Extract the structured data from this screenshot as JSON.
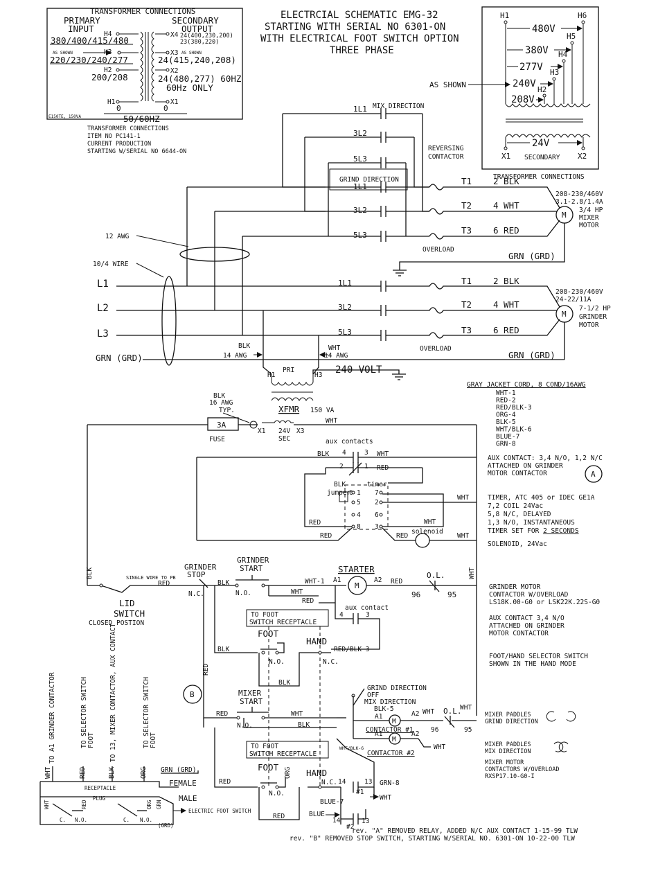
{
  "title": {
    "line1": "ELECTRCIAL SCHEMATIC EMG-32",
    "line2": "STARTING WITH SERIAL NO 6301-ON",
    "line3": "WITH ELECTRICAL FOOT SWITCH OPTION",
    "line4": "THREE PHASE"
  },
  "transformer_box": {
    "header": "TRANSFORMER CONNECTIONS",
    "primary": "PRIMARY",
    "input": "INPUT",
    "secondary": "SECONDARY",
    "output": "OUTPUT",
    "h4": "H4",
    "h3": "H3",
    "h2": "H2",
    "h1": "H1",
    "x4": "X4",
    "x3": "X3",
    "x2": "X2",
    "x1": "X1",
    "v_380": "380/400/415/480",
    "as_shown": "AS SHOWN",
    "v_220": "220/230/240/277",
    "v_200": "200/208",
    "zero_left": "0",
    "zero_right": "0",
    "x4_a": "24(400,230,200)",
    "x4_b": "23(380,220)",
    "x3_as": "AS SHOWN",
    "x3_v": "24(415,240,208)",
    "x2_v": "24(480,277) 60HZ",
    "x2_b": "60Hz ONLY",
    "freq": "50/60HZ",
    "model": "E150TE, 150VA"
  },
  "transformer_note": {
    "l1": "TRANSFORMER CONNECTIONS",
    "l2": "ITEM NO PC141-1",
    "l3": "CURRENT PRODUCTION",
    "l4": "STARTING W/SERIAL NO 6644-ON"
  },
  "tap_box": {
    "h1": "H1",
    "h2": "H2",
    "h3": "H3",
    "h4": "H4",
    "h5": "H5",
    "h6": "H6",
    "v480": "480V",
    "v380": "380V",
    "v277": "277V",
    "v240": "240V",
    "v208": "208V",
    "as_shown": "AS SHOWN",
    "v24": "24V",
    "x1": "X1",
    "x2": "X2",
    "secondary": "SECONDARY",
    "caption": "TRANSFORMER CONNECTIONS"
  },
  "mixer": {
    "mix_dir": "MIX DIRECTION",
    "grind_dir": "GRIND DIRECTION",
    "c1L1": "1L1",
    "c3L2": "3L2",
    "c5L3": "5L3",
    "g1L1": "1L1",
    "g3L2": "3L2",
    "g5L3": "5L3",
    "reversing": "REVERSING",
    "contactor": "CONTACTOR",
    "t1": "T1",
    "t2": "T2",
    "t3": "T3",
    "w1": "2  BLK",
    "w2": "4  WHT",
    "w3": "6  RED",
    "overload": "OVERLOAD",
    "grd": "GRN (GRD)",
    "spec1": "208-230/460V",
    "spec2": "3.1-2.8/1.4A",
    "m": "M",
    "hp": "3/4 HP",
    "name1": "MIXER",
    "name2": "MOTOR"
  },
  "grinder": {
    "c1L1": "1L1",
    "c3L2": "3L2",
    "c5L3": "5L3",
    "t1": "T1",
    "t2": "T2",
    "t3": "T3",
    "w1": "2  BLK",
    "w2": "4  WHT",
    "w3": "6  RED",
    "overload": "OVERLOAD",
    "grd": "GRN (GRD)",
    "spec1": "208-230/460V",
    "spec2": "24-22/11A",
    "m": "M",
    "hp": "7-1/2 HP",
    "name1": "GRINDER",
    "name2": "MOTOR"
  },
  "supply": {
    "awg12": "12 AWG",
    "wire104": "10/4 WIRE",
    "l1": "L1",
    "l2": "L2",
    "l3": "L3",
    "grd": "GRN (GRD)",
    "blk": "BLK",
    "awg14a": "14 AWG",
    "wht": "WHT",
    "awg14b": "14 AWG",
    "pri": "PRI",
    "h1": "H1",
    "h3": "H3",
    "v240": "240 VOLT"
  },
  "control": {
    "blk16": "BLK",
    "awg16": "16 AWG",
    "typ": "TYP.",
    "xfmr": "XFMR",
    "va": "150 VA",
    "wht_top": "WHT",
    "fuse_val": "3A",
    "fuse": "FUSE",
    "x1": "X1",
    "x3": "X3",
    "sec24": "24V",
    "sec": "SEC",
    "aux_contacts": "aux contacts",
    "blk_a": "BLK",
    "n4": "4",
    "n3": "3",
    "wht_a": "WHT",
    "n2": "2",
    "n1": "1",
    "red_a": "RED",
    "blk_t": "BLK",
    "timer": "timer",
    "jumper": "jumper",
    "p6": "6",
    "p1": "1",
    "p7": "7",
    "p5": "5",
    "p2": "2",
    "p4": "4",
    "p6b": "6",
    "p8": "8",
    "p3": "3",
    "red_t": "RED",
    "wht_t": "WHT",
    "red_b": "RED",
    "solenoid": "solenoid",
    "red_s": "RED",
    "wht_s": "WHT",
    "wht_r1": "WHT",
    "wht_r2": "WHT",
    "blk_v": "BLK",
    "single": "SINGLE WIRE TO PB",
    "red_l": "RED",
    "lid1": "LID",
    "lid2": "SWITCH",
    "lid3": "CLOSED POSTION",
    "gs1": "GRINDER",
    "gs2": "STOP",
    "nc": "N.C.",
    "blk_g": "BLK",
    "gst1": "GRINDER",
    "gst2": "START",
    "no": "N.O.",
    "wht1": "WHT-1",
    "a1": "A1",
    "m": "M",
    "a2": "A2",
    "starter": "STARTER",
    "red_st": "RED",
    "ol": "O.L.",
    "n96": "96",
    "n95": "95",
    "wht_v": "WHT",
    "wht_m": "WHT",
    "red_m": "RED",
    "aux_c": "aux contact",
    "a4": "4",
    "a3": "3",
    "to_foot1": "TO FOOT",
    "to_foot2": "SWITCH RECEPTACLE",
    "foot": "FOOT",
    "hand": "HAND",
    "blk_f": "BLK",
    "no_f": "N.O.",
    "red_blk3": "RED/BLK-3",
    "nc_f": "N.C.",
    "red_v": "RED",
    "blk_f2": "BLK",
    "b": "B"
  },
  "mixer_ctl": {
    "red_ms": "RED",
    "ms1": "MIXER",
    "ms2": "START",
    "no": "N.O.",
    "wht": "WHT",
    "blk": "BLK",
    "grind_dir": "GRIND DIRECTION",
    "off": "OFF",
    "mix_dir": "MIX DIRECTION",
    "blk5": "BLK-5",
    "a1": "A1",
    "a2": "A2",
    "m": "M",
    "wht_r": "WHT",
    "ol": "O.L.",
    "wht_r2": "WHT",
    "n96": "96",
    "n95": "95",
    "c1": "CONTACTOR #1",
    "whtblk": "WHT/BLK-6",
    "a1b": "A1",
    "a2b": "A2",
    "wht_c2": "WHT",
    "c2": "CONTACTOR #2",
    "to_foot1": "TO FOOT",
    "to_foot2": "SWITCH RECEPTACLE",
    "foot": "FOOT",
    "org": "ORG",
    "red_f": "RED",
    "no_f": "N.O.",
    "hand": "HAND",
    "nc": "N.C.",
    "n14": "14",
    "n13": "13",
    "grn8": "GRN-8",
    "k1": "#1",
    "wht_k": "WHT",
    "blue7": "BLUE-7",
    "blue": "BLUE",
    "n14b": "14",
    "k2": "#2",
    "n13b": "13",
    "red_bot": "RED"
  },
  "receptacle": {
    "v1": "TO A1 GRINDER CONTACTOR",
    "v2": "TO SELECTOR SWITCH",
    "v3": "TO 13, MIXER CONTACTOR, AUX CONTACT",
    "v4": "TO SELECTOR SWITCH",
    "foot_a": "FOOT",
    "foot_b": "FOOT",
    "wht": "WHT",
    "red": "RED",
    "blk": "BLK",
    "org": "ORG",
    "grn": "GRN (GRD)",
    "receptacle": "RECEPTACLE",
    "female": "FEMALE",
    "plug": "PLUG",
    "male": "MALE",
    "wht2": "WHT",
    "red2": "RED",
    "org2": "ORG",
    "grn2": "GRN",
    "c1": "C.",
    "no1": "N.O.",
    "c2": "C.",
    "no2": "N.O.",
    "grd": "(GRD)",
    "efs": "ELECTRIC FOOT SWITCH"
  },
  "notes": {
    "cord_title": "GRAY JACKET CORD, 8 COND/16AWG",
    "cord": [
      "WHT-1",
      "RED-2",
      "RED/BLK-3",
      "ORG-4",
      "BLK-5",
      "WHT/BLK-6",
      "BLUE-7",
      "GRN-8"
    ],
    "aux1": "AUX CONTACT: 3,4 N/O, 1,2 N/C",
    "aux2": "ATTACHED ON GRINDER",
    "aux3": "MOTOR CONTACTOR",
    "a": "A",
    "timer1": "TIMER, ATC 405 or IDEC GE1A",
    "timer2": "7,2 COIL 24Vac",
    "timer3": "5,8 N/C, DELAYED",
    "timer4": "1,3 N/O, INSTANTANEOUS",
    "timer5a": "TIMER SET FOR ",
    "timer5b": "2 SECONDS",
    "solenoid": "SOLENOID, 24Vac",
    "gm1": "GRINDER MOTOR",
    "gm2": "CONTACTOR W/OVERLOAD",
    "gm3": "LS18K.00-G0 or LSK22K.22S-G0",
    "ac1": "AUX CONTACT 3,4 N/O",
    "ac2": "ATTACHED ON GRINDER",
    "ac3": "MOTOR CONTACTOR",
    "fh1": "FOOT/HAND SELECTOR SWITCH",
    "fh2": "SHOWN IN THE HAND MODE",
    "mp1": "MIXER PADDLES",
    "mp2": "GRIND DIRECTION",
    "mp3": "MIXER PADDLES",
    "mp4": "MIX DIRECTION",
    "mm1": "MIXER MOTOR",
    "mm2": "CONTACTORS W/OVERLOAD",
    "mm3": "RXSP17.10-G0-I"
  },
  "revisions": {
    "rev_a": "rev. \"A\" REMOVED RELAY, ADDED N/C AUX CONTACT 1-15-99 TLW",
    "rev_b": "rev. \"B\" REMOVED STOP SWITCH, STARTING W/SERIAL NO. 6301-ON 10-22-00 TLW"
  }
}
